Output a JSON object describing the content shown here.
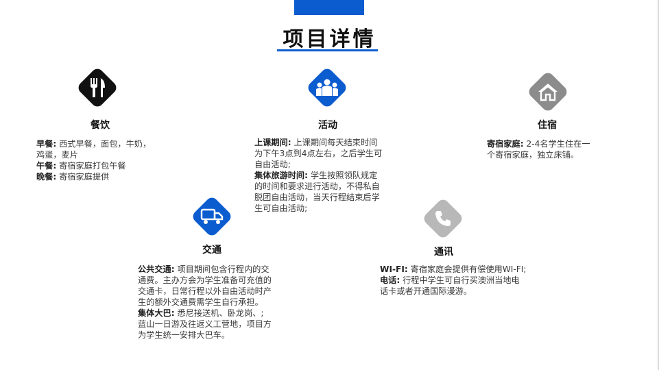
{
  "title": "项目详情",
  "colors": {
    "accent": "#0b5ccf",
    "dark": "#111111",
    "gray": "#8c8c8c",
    "lightgray": "#b8b8b8"
  },
  "dining": {
    "icon": "fork-knife-icon",
    "title": "餐饮",
    "breakfast_label": "早餐:",
    "breakfast_text": " 西式早餐，面包，牛奶，",
    "breakfast_text2": "鸡蛋，麦片",
    "lunch_label": "午餐:",
    "lunch_text": " 寄宿家庭打包午餐",
    "dinner_label": "晚餐:",
    "dinner_text": " 寄宿家庭提供"
  },
  "activity": {
    "icon": "group-icon",
    "title": "活动",
    "class_label": "上课期间:",
    "class_text": " 上课期间每天结束时间",
    "class_text2": "为下午3点到4点左右，之后学生可",
    "class_text3": "自由活动;",
    "tour_label": "集体旅游时间:",
    "tour_text": " 学生按照领队规定",
    "tour_text2": "的时间和要求进行活动，不得私自",
    "tour_text3": "脱团自由活动，当天行程结束后学",
    "tour_text4": "生可自由活动;"
  },
  "lodging": {
    "icon": "house-icon",
    "title": "住宿",
    "label": "寄宿家庭:",
    "text": " 2-4名学生住在一",
    "text2": "个寄宿家庭，独立床铺。"
  },
  "transport": {
    "icon": "truck-icon",
    "title": "交通",
    "public_label": "公共交通:",
    "public_text": " 项目期间包含行程内的交",
    "public_text2": "通费。主办方会为学生准备可充值的",
    "public_text3": "交通卡，日常行程以外自由活动时产",
    "public_text4": "生的额外交通费需学生自行承担。",
    "bus_label": "集体大巴:",
    "bus_text": " 悉尼接送机、卧龙岗、;",
    "bus_text2": "蓝山一日游及往返义工营地，项目方",
    "bus_text3": "为学生统一安排大巴车。"
  },
  "comms": {
    "icon": "phone-icon",
    "title": "通讯",
    "wifi_label": "WI-FI:",
    "wifi_text": " 寄宿家庭会提供有偿使用WI-FI;",
    "phone_label": "电话:",
    "phone_text": " 行程中学生可自行买澳洲当地电",
    "phone_text2": "话卡或者开通国际漫游。"
  }
}
